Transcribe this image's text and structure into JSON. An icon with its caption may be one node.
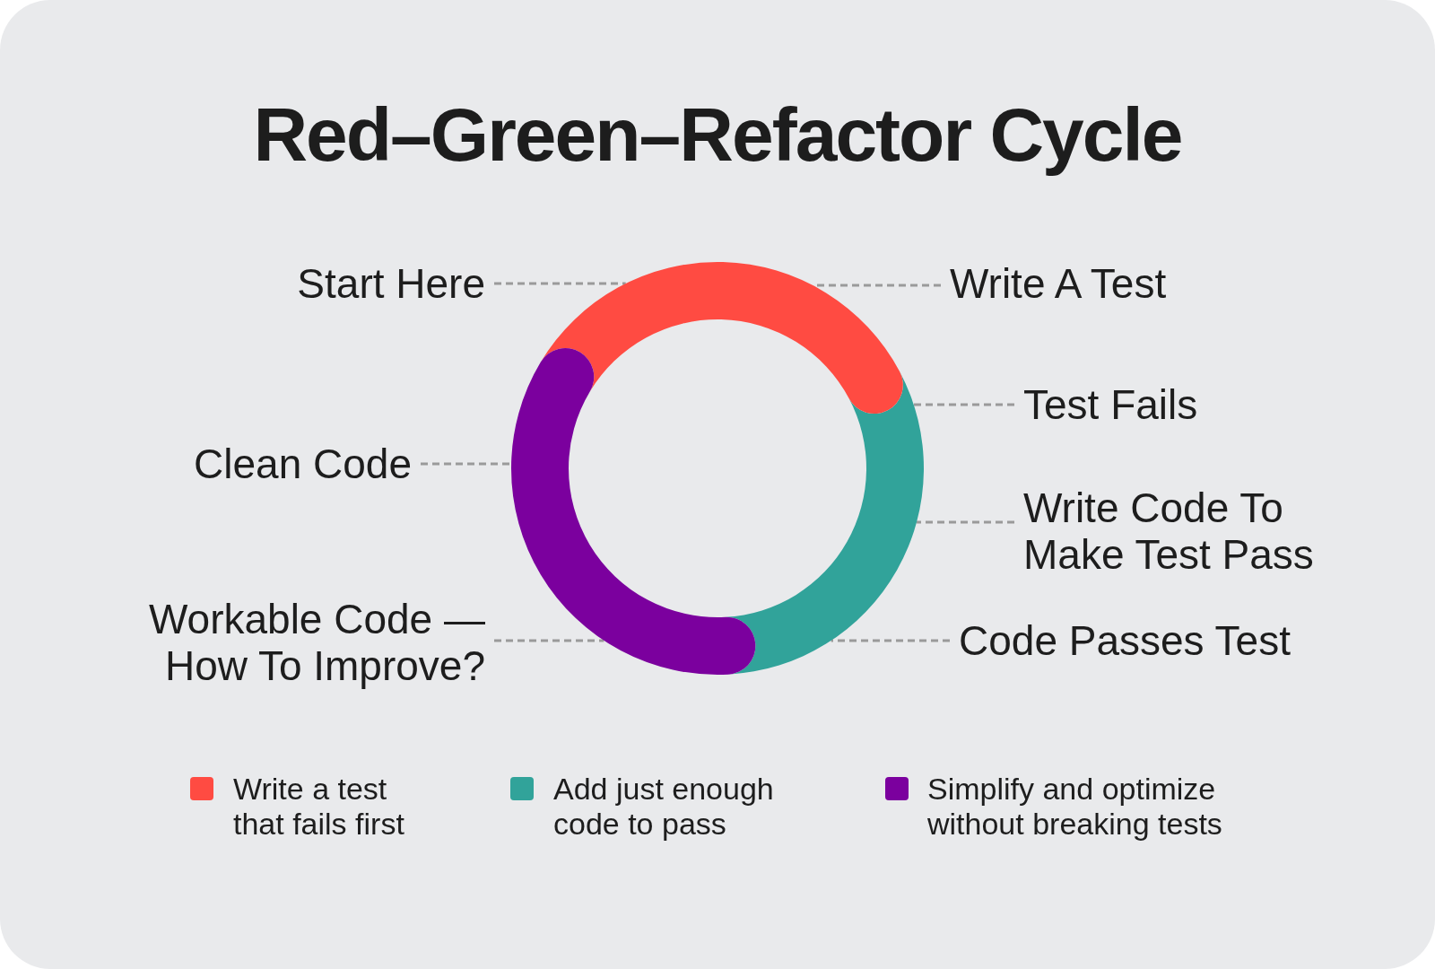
{
  "diagram": {
    "title": "Red–Green–Refactor Cycle",
    "nodes": [
      {
        "text": [
          "Start Here"
        ]
      },
      {
        "text": [
          "Write A Test"
        ]
      },
      {
        "text": [
          "Test Fails"
        ]
      },
      {
        "text": [
          "Write Code To Make Test Pass"
        ]
      },
      {
        "text": [
          "Code Passes Test"
        ]
      },
      {
        "text": [
          "Workable Code — How To Improve?"
        ]
      },
      {
        "text": [
          "Clean Code"
        ]
      },
      {
        "text": [],
        "shape": "arc"
      },
      {
        "text": [],
        "shape": "arc"
      },
      {
        "text": [],
        "shape": "arc"
      }
    ],
    "edges": [
      {
        "from": 0,
        "to": 7,
        "arrow": "none",
        "style": "dashed"
      },
      {
        "from": 1,
        "to": 7,
        "arrow": "none",
        "style": "dashed"
      },
      {
        "from": 2,
        "to": 8,
        "arrow": "none",
        "style": "dashed"
      },
      {
        "from": 3,
        "to": 8,
        "arrow": "none",
        "style": "dashed"
      },
      {
        "from": 4,
        "to": 8,
        "arrow": "none",
        "style": "dashed"
      },
      {
        "from": 5,
        "to": 9,
        "arrow": "none",
        "style": "dashed"
      },
      {
        "from": 6,
        "to": 9,
        "arrow": "none",
        "style": "dashed"
      }
    ],
    "legend": [
      {
        "text": "Write a test that fails first",
        "color": "#ff4b42"
      },
      {
        "text": "Add just enough code to pass",
        "color": "#31a39a"
      },
      {
        "text": "Simplify and optimize without breaking tests",
        "color": "#7b009e"
      }
    ]
  }
}
